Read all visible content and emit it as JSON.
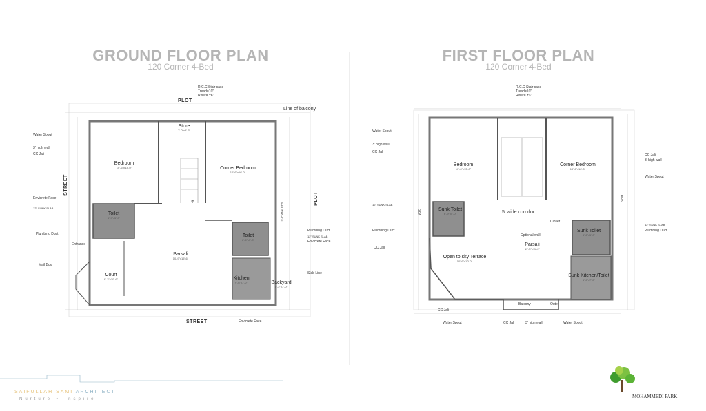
{
  "ground": {
    "title": "GROUND FLOOR PLAN",
    "subtitle": "120 Corner 4-Bed",
    "rooms": [
      {
        "name": "Bedroom",
        "size": "10'-6\"x13'-0\""
      },
      {
        "name": "Store",
        "size": "7'-0\"x5'-6\""
      },
      {
        "name": "Corner Bedroom",
        "size": "10'-6\"x16'-0\""
      },
      {
        "name": "Toilet",
        "size": "6'-9\"x5'-0\""
      },
      {
        "name": "Toilet",
        "size": "6'-6\"x5'-0\""
      },
      {
        "name": "Parsali",
        "size": "10'-9\"x15'-6\""
      },
      {
        "name": "Kitchen",
        "size": "9'-6\"x7'-0\""
      },
      {
        "name": "Court",
        "size": "8'-3\"x10'-6\""
      },
      {
        "name": "Backyard",
        "size": "8'-2\"x7'-0\""
      }
    ],
    "labels": {
      "plot_top": "PLOT",
      "plot_right": "PLOT",
      "street_left": "STREET",
      "street_bottom": "STREET",
      "stair": "R.C.C Stair case",
      "tread": "Tread=10\"",
      "riser": "Riser= ±6\"",
      "balcony_line": "Line of balcony",
      "water_spout": "Water Spout",
      "wall3": "3' high wall",
      "cc_jali": "CC Jali",
      "envicrete": "Envicrete Face",
      "sunk_slab": "12\" SUNK SLAB",
      "plumbing": "Plumbing Duct",
      "entrance": "Entrance",
      "mailbox": "Mail Box",
      "plumbing_r": "Plumbing Duct",
      "sunk_slab_r": "12\" SUNK SLAB",
      "envicrete_r": "Envicrete Face",
      "slab_line": "Slab Line",
      "envicrete_b": "Envicrete Face",
      "up": "Up",
      "wide": "3'-0\" Wide COS"
    }
  },
  "first": {
    "title": "FIRST FLOOR PLAN",
    "subtitle": "120 Corner 4-Bed",
    "rooms": [
      {
        "name": "Bedroom",
        "size": "10'-6\"x13'-0\""
      },
      {
        "name": "Corner Bedroom",
        "size": "10'-6\"x16'-0\""
      },
      {
        "name": "Sunk Toilet",
        "size": "6'-9\"x5'-0\""
      },
      {
        "name": "Parsali",
        "size": "11'-0\"x11'-0\""
      },
      {
        "name": "Open to sky Terrace",
        "size": "10'-6\"x10'-0\""
      },
      {
        "name": "Sunk Toilet",
        "size": "6'-6\"x5'-0\""
      },
      {
        "name": "Sunk Kitchen/Toilet",
        "size": "6'-6\"x7'-0\""
      }
    ],
    "labels": {
      "stair": "R.C.C Stair case",
      "tread": "Tread=10\"",
      "riser": "Riser= ±6\"",
      "corridor": "5' wide corridor",
      "closet": "Closet",
      "optional": "Optional wall",
      "balcony": "Balcony",
      "void_l": "Void",
      "void_r": "Void",
      "water_spout_l": "Water Spout",
      "wall3_l": "3' high wall",
      "cc_jali_l": "CC Jali",
      "sunk_slab_l": "12\" SUNK SLAB",
      "plumbing_l": "Plumbing Duct",
      "cc_jali_l2": "CC Jali",
      "cc_jali_r": "CC Jali",
      "wall3_r": "3' high wall",
      "water_spout_r": "Water Spout",
      "sunk_slab_r": "12\" SUNK SLAB",
      "plumbing_r": "Plumbing Duct",
      "cc_jali_b": "CC Jali",
      "cc_jali_b2": "CC Jali",
      "wall3_b": "3' high wall",
      "ws_b1": "Water Spout",
      "ws_b2": "Water Spout",
      "outer": "Outer"
    }
  },
  "branding": {
    "architect_first": "SAIFULLAH SAMI",
    "architect_second": "ARCHITECT",
    "tagline": "Nurture • Inspire",
    "project": "MOHAMMEDI PARK"
  },
  "colors": {
    "title": "#b5b5b5",
    "wall": "#555555",
    "wet": "#8f8f8f",
    "logo_gold": "#e6c27a",
    "logo_blue": "#8fb3c6",
    "tree_green": "#5bb336"
  }
}
